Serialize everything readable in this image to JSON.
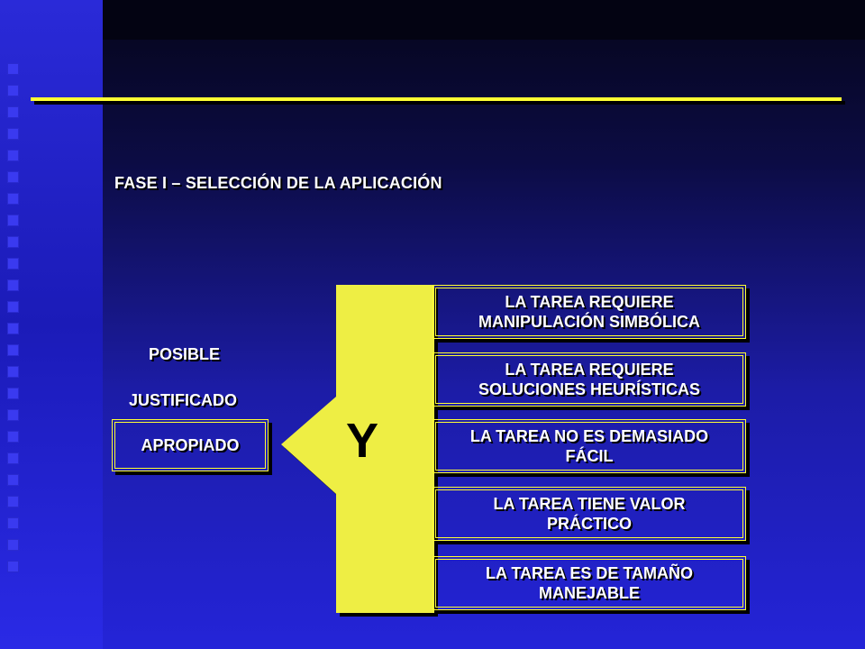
{
  "heading": "FASE I – SELECCIÓN DE LA APLICACIÓN",
  "levels": {
    "posible": "POSIBLE",
    "justificado": "JUSTIFICADO",
    "apropiado": "APROPIADO"
  },
  "connector": "Y",
  "conditions": [
    "LA TAREA REQUIERE\nMANIPULACIÓN SIMBÓLICA",
    "LA TAREA REQUIERE\nSOLUCIONES HEURÍSTICAS",
    "LA TAREA NO ES DEMASIADO\nFÁCIL",
    "LA TAREA TIENE VALOR\nPRÁCTICO",
    "LA TAREA ES DE TAMAÑO\nMANEJABLE"
  ],
  "colors": {
    "accent": "#ffff33",
    "background": "#1c1ca6"
  }
}
